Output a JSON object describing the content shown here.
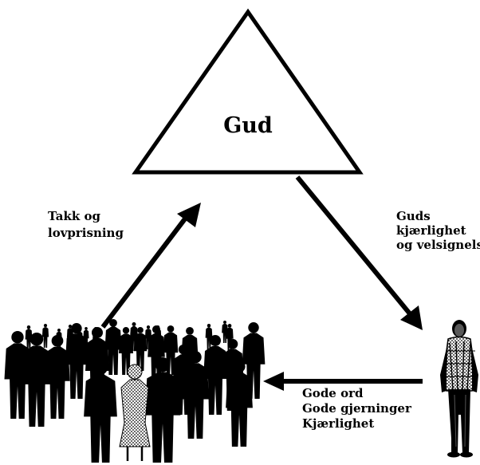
{
  "diagram": {
    "apex_label": "Gud",
    "left_arrow_label": [
      "Takk og",
      "lovprisning"
    ],
    "right_arrow_label": [
      "Guds",
      "kjærlighet",
      "og velsignelse."
    ],
    "bottom_arrow_label": [
      "Gode ord",
      "Gode gjerninger",
      "Kjærlighet"
    ],
    "crowd_name": "crowd",
    "person_name": "person"
  }
}
